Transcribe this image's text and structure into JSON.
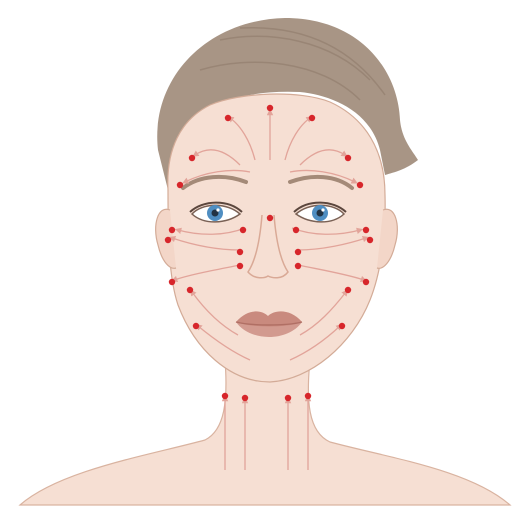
{
  "illustration": {
    "subject": "face-massage-lines",
    "colors": {
      "background": "#ffffff",
      "skin": "#f6dfd3",
      "skin_shadow": "#e9c5b4",
      "outline": "#c9a08c",
      "hair": "#a89585",
      "hair_dark": "#8f7b6b",
      "eyebrow": "#a48a78",
      "iris": "#4f8ec2",
      "pupil": "#223344",
      "lips": "#c98a7e",
      "lips_dark": "#b06f64",
      "massage_line": "#e2a49a",
      "massage_dot": "#d7262b"
    },
    "icons": [
      "massage-point-dot",
      "direction-arrow"
    ]
  }
}
